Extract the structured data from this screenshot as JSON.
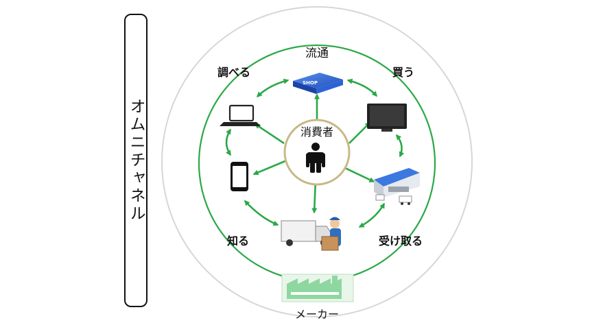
{
  "side_label": "オムニチャネル",
  "hub_label": "消費者",
  "nodes": {
    "distribution": "流通",
    "research": "調べる",
    "buy": "買う",
    "know": "知る",
    "receive": "受け取る",
    "maker": "メーカー"
  },
  "store_sign": "SHOP",
  "colors": {
    "arrow": "#2aa846",
    "ring": "#2aa846",
    "outer_circle": "#d6d6d6",
    "hub_border": "#c9b886",
    "store_blue": "#1f5fd6",
    "factory_green": "#8fd7a0"
  }
}
